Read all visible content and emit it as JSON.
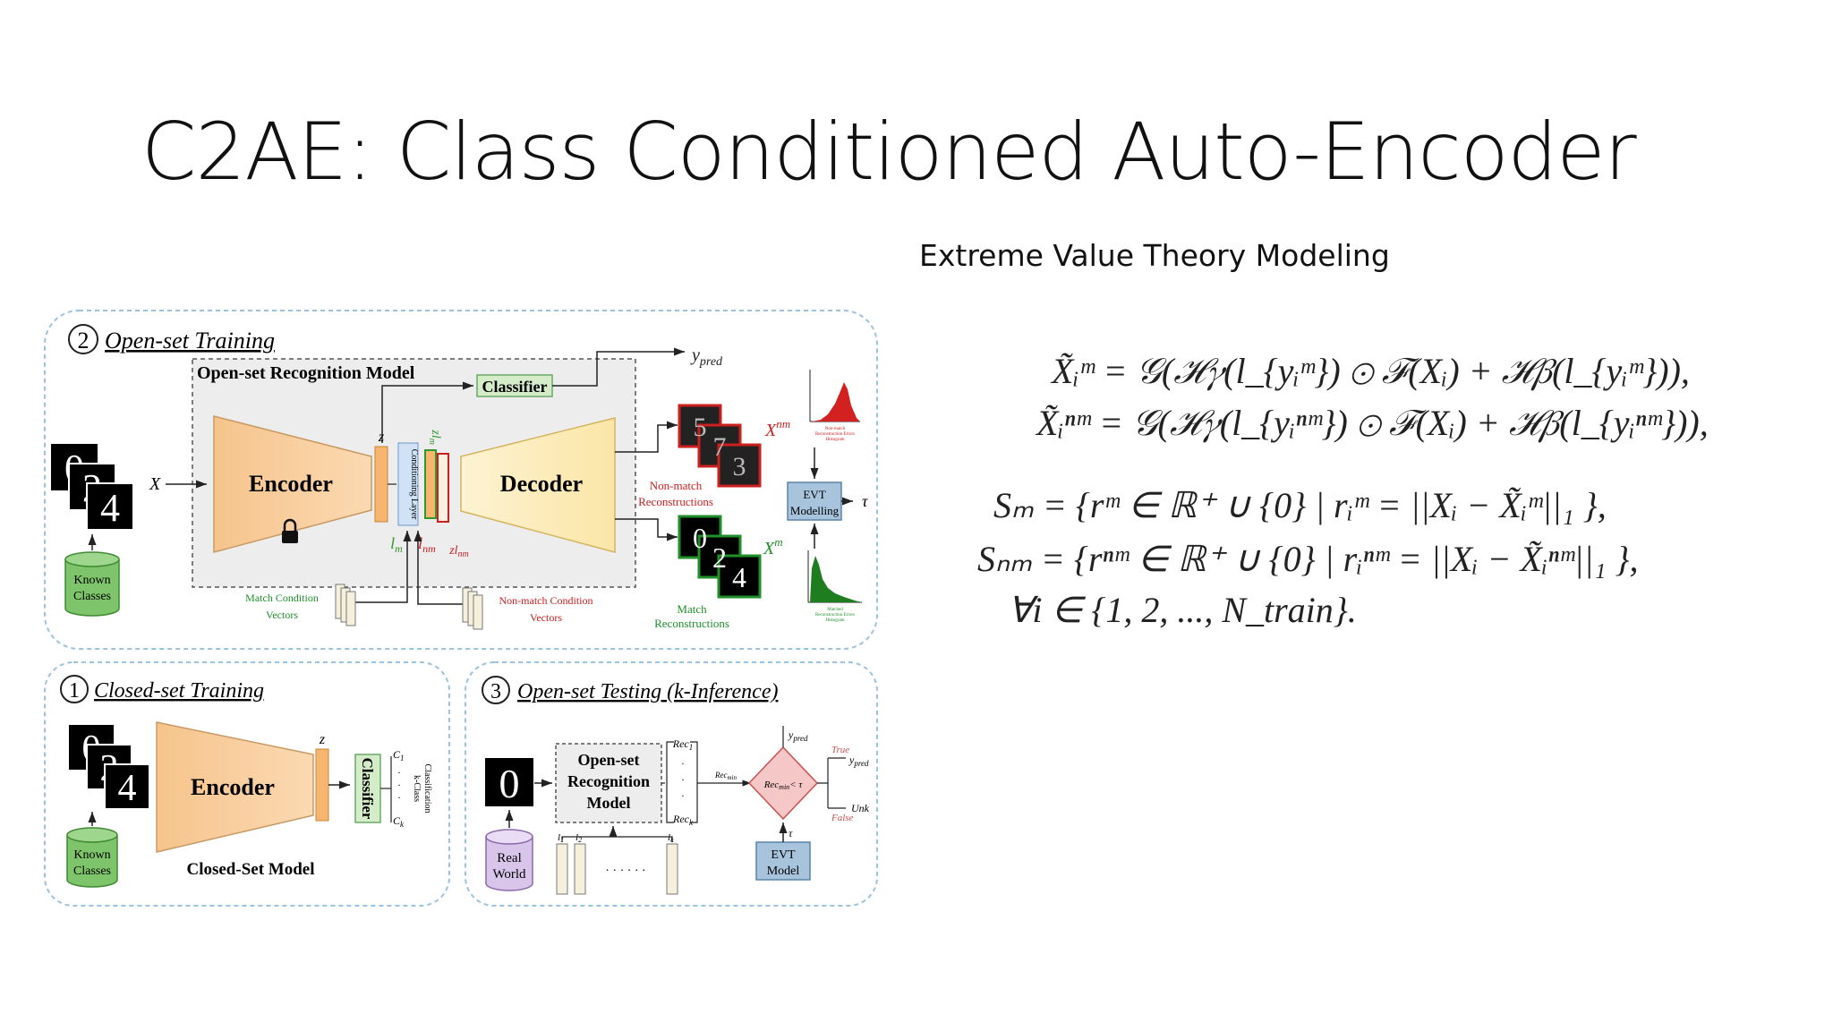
{
  "slide": {
    "title": "C2AE: Class Conditioned Auto-Encoder",
    "evt_heading": "Extreme Value Theory Modeling"
  },
  "panels": {
    "open_set_training": {
      "number": "2",
      "title": "Open-set Training",
      "model_label": "Open-set Recognition Model",
      "classifier": "Classifier",
      "encoder": "Encoder",
      "decoder": "Decoder",
      "conditioning_layer": "Conditioning Layer",
      "input_x": "X",
      "z": "z",
      "l_m": "l",
      "l_m_sub": "m",
      "l_nm": "l",
      "l_nm_sub": "nm",
      "z_lm": "zl",
      "z_lm_sub": "m",
      "z_lnm": "zl",
      "z_lnm_sub": "nm",
      "y_pred": "y",
      "y_pred_sub": "pred",
      "x_nm": "X",
      "x_nm_sup": "nm",
      "x_m": "X",
      "x_m_sup": "m",
      "non_match_reconstructions": [
        "Non-match",
        "Reconstructions"
      ],
      "match_reconstructions": [
        "Match",
        "Reconstructions"
      ],
      "evt_modelling": [
        "EVT",
        "Modelling"
      ],
      "tau": "τ",
      "known_classes": [
        "Known",
        "Classes"
      ],
      "match_condition_vectors": [
        "Match Condition",
        "Vectors"
      ],
      "non_match_condition_vectors": [
        "Non-match Condition",
        "Vectors"
      ],
      "nonmatch_hist_caption": [
        "Non-match",
        "Reconstruction Errors",
        "Histogram"
      ],
      "match_hist_caption": [
        "Matched",
        "Reconstruction Errors",
        "Histogram"
      ]
    },
    "closed_set_training": {
      "number": "1",
      "title": "Closed-set Training",
      "encoder": "Encoder",
      "z": "z",
      "classifier": "Classifier",
      "c1": "C",
      "c1_sub": "1",
      "ck": "C",
      "ck_sub": "k",
      "k_class": [
        "k-Class",
        "Classification"
      ],
      "known_classes": [
        "Known",
        "Classes"
      ],
      "model_label": "Closed-Set Model"
    },
    "open_set_testing": {
      "number": "3",
      "title": "Open-set Testing (k-Inference)",
      "model": [
        "Open-set",
        "Recognition",
        "Model"
      ],
      "rec1": "Rec",
      "rec1_sub": "1",
      "reck": "Rec",
      "reck_sub": "k",
      "rec_min": "Rec",
      "rec_min_sub": "min",
      "decision": "Rec",
      "decision_sub": "min",
      "decision_tail": "< τ",
      "y_pred": "y",
      "y_pred_sub": "pred",
      "true_label": "True",
      "false_label": "False",
      "unk": "Unk",
      "evt_model": [
        "EVT",
        "Model"
      ],
      "tau": "τ",
      "real_world": [
        "Real",
        "World"
      ],
      "l1": "l",
      "l1_sub": "1",
      "l2": "l",
      "l2_sub": "2",
      "lk": "l",
      "lk_sub": "k",
      "dots": "· · · · · ·"
    }
  },
  "equations": {
    "eq1": "X̃ᵢᵐ = 𝒢(ℋ𝛾(l_{yᵢᵐ}) ⊙ ℱ(Xᵢ) + ℋ𝛽(l_{yᵢᵐ})),",
    "eq2": "X̃ᵢⁿᵐ = 𝒢(ℋ𝛾(l_{yᵢⁿᵐ}) ⊙ ℱ(Xᵢ) + ℋ𝛽(l_{yᵢⁿᵐ})),",
    "eq3": "Sₘ = {rᵐ ∈ ℝ⁺ ∪ {0} | rᵢᵐ = ||Xᵢ − X̃ᵢᵐ||₁ },",
    "eq4": "Sₙₘ = {rⁿᵐ ∈ ℝ⁺ ∪ {0} | rᵢⁿᵐ = ||Xᵢ − X̃ᵢⁿᵐ||₁ },",
    "eq5": "∀i ∈ {1, 2, ..., N_train}."
  },
  "colors": {
    "encoder_fill": "#f8cfa0",
    "decoder_fill": "#fdf0c8",
    "classifier_fill": "#d5ecc9",
    "known_classes_fill": "#7ec46a",
    "real_world_fill": "#d9c5ea",
    "evt_fill": "#a7c4dc",
    "decision_fill": "#f6c7c7",
    "panel_border": "#9cc3dd",
    "nonmatch_red": "#cc1f1f",
    "match_green": "#1f8f2a",
    "hist_red": "#d32020",
    "hist_green": "#1e7d1e"
  }
}
